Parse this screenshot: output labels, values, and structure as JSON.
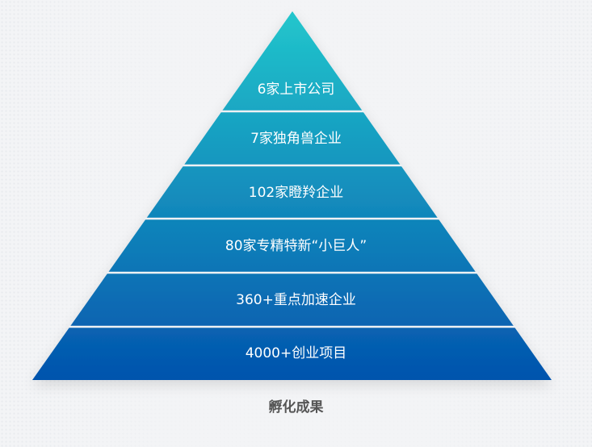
{
  "pyramid": {
    "levels": [
      {
        "label": "6家上市公司"
      },
      {
        "label": "7家独角兽企业"
      },
      {
        "label": "102家瞪羚企业"
      },
      {
        "label": "80家专精特新“小巨人”"
      },
      {
        "label": "360+重点加速企业"
      },
      {
        "label": "4000+创业项目"
      }
    ],
    "colors": {
      "top": "#22c6cc",
      "bottom": "#0353ad"
    }
  },
  "caption": "孵化成果"
}
